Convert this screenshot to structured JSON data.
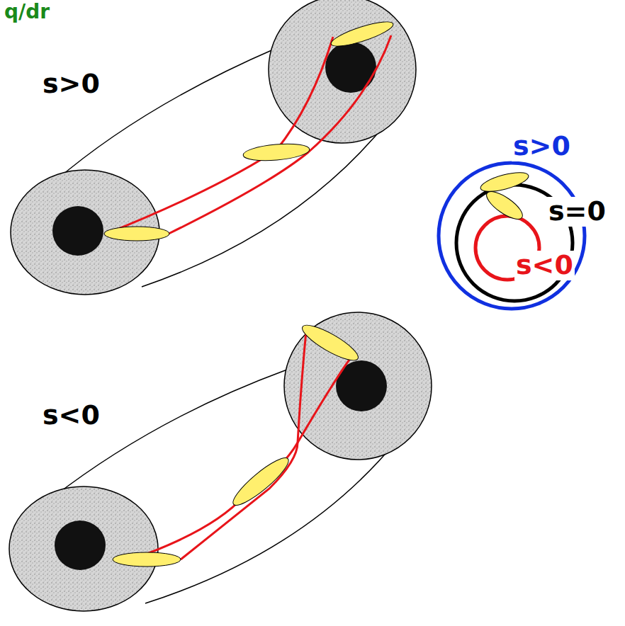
{
  "diagram": {
    "labels": [
      "q/dr",
      "s>0",
      "s>0",
      "s=0",
      "s<0",
      "s<0"
    ]
  }
}
